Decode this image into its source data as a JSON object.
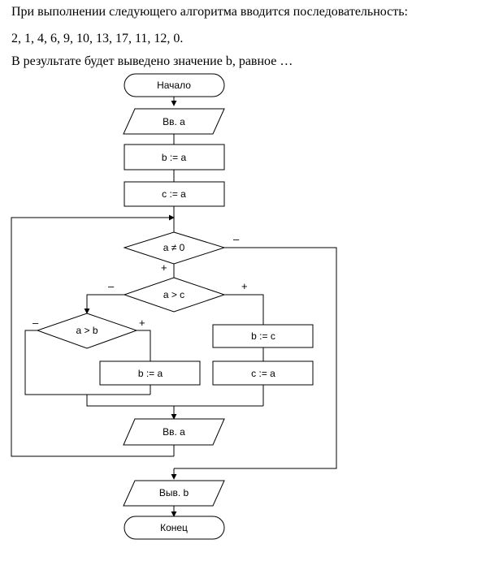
{
  "question": {
    "line1": "При выполнении следующего алгоритма вводится последовательность:",
    "line2": "2, 1, 4, 6, 9, 10, 13, 17, 11, 12, 0.",
    "line3": "В результате будет выведено значение b, равное …"
  },
  "flowchart": {
    "start": "Начало",
    "input_a": "Вв. a",
    "assign_b_a": "b := a",
    "assign_c_a": "c := a",
    "cond_loop": "a ≠ 0",
    "cond_a_gt_c": "a > c",
    "cond_a_gt_b": "a > b",
    "assign_b_c": "b := c",
    "assign_c_a_2": "c := a",
    "assign_b_a_2": "b := a",
    "input_a_2": "Вв. a",
    "output_b": "Выв. b",
    "end": "Конец",
    "plus": "+",
    "minus": "–"
  }
}
